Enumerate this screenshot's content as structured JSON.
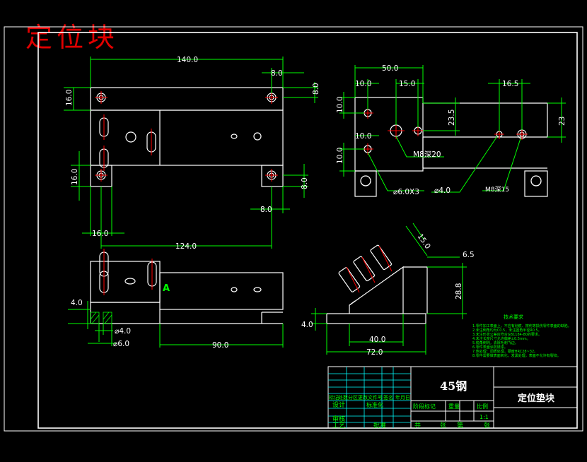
{
  "title": "定位块",
  "colors": {
    "background": "#000000",
    "outline": "#ffffff",
    "dimension": "#00ff00",
    "center": "#ff0000",
    "title": "#e00000"
  },
  "top_view": {
    "dims": {
      "overall_length": "140.0",
      "right_offset": "8.0",
      "right_vert": "8.0",
      "left_height": "16.0",
      "lower_left_height": "16.0",
      "lower_right_vert": "8.0",
      "lower_right_horiz": "8.0",
      "left_width": "16.0",
      "bottom_length": "124.0"
    }
  },
  "side_view": {
    "dims": {
      "overall_length": "50.0",
      "d1": "10.0",
      "d2": "15.0",
      "d3": "10.0",
      "d4": "10.0",
      "d5": "10.0",
      "right_offset": "16.5",
      "v1": "23.5",
      "v2": "23"
    },
    "callouts": {
      "thread1": "M8深20",
      "holes": "⌀6.0X3",
      "hole4": "⌀4.0",
      "thread2": "M8深15"
    }
  },
  "front_view": {
    "section_label": "A",
    "dims": {
      "left_height": "4.0",
      "d4": "⌀4.0",
      "d6": "⌀6.0",
      "length": "90.0"
    }
  },
  "iso_view": {
    "dims": {
      "slope": "15.0",
      "r": "6.5",
      "height": "28.8",
      "base_height": "4.0",
      "inner": "40.0",
      "width": "72.0"
    }
  },
  "notes": {
    "heading": "技术要求",
    "lines": [
      "1.零件加工表面上，不应有划痕、擦伤等损伤零件表面的缺陷。",
      "2.未注倒角均为C0.5，未注圆角半径R0.5。",
      "3.未注形状公差应符合GB1184-80的要求。",
      "4.未注长度尺寸允许偏差±0.5mm。",
      "5.锐角倒钝，去除毛刺飞边。",
      "6.零件表面涂防锈漆。",
      "7.热处理：调质处理，硬度HRC28~32。",
      "8.零件需要做表面氧化，发黑处理，表面不允许有裂纹。"
    ]
  },
  "title_block": {
    "material": "45钢",
    "part_name": "定位垫块",
    "scale": "1:1",
    "labels": {
      "row_header": [
        "标记",
        "处数",
        "分区",
        "更改文件号",
        "签名",
        "年月日"
      ],
      "design": "设计",
      "standardize": "标准化",
      "review": "审核",
      "process": "工艺",
      "approve": "批准",
      "stage": [
        "阶段标记",
        "重量",
        "比例"
      ],
      "sheet": [
        "共",
        "张",
        "第",
        "张"
      ]
    }
  }
}
